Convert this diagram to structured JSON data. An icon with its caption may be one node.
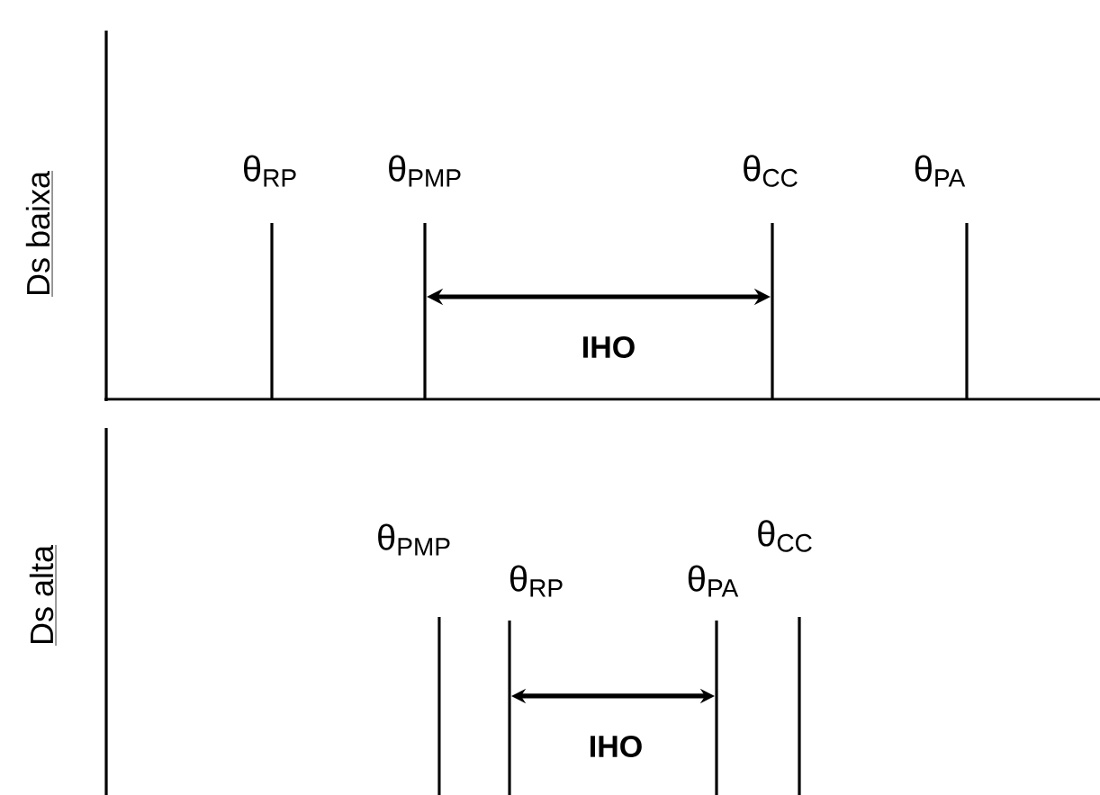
{
  "diagram": {
    "labels": [
      "Ds baixa",
      "θ$_{RP}$",
      "θ$_{PMP}$",
      "θ$_{CC}$",
      "θ$_{PA}$",
      "IHO",
      "Ds alta",
      "θ$_{PMP}$",
      "θ$_{CC}$",
      "θ$_{RP}$",
      "θ$_{PA}$",
      "IHO"
    ]
  }
}
